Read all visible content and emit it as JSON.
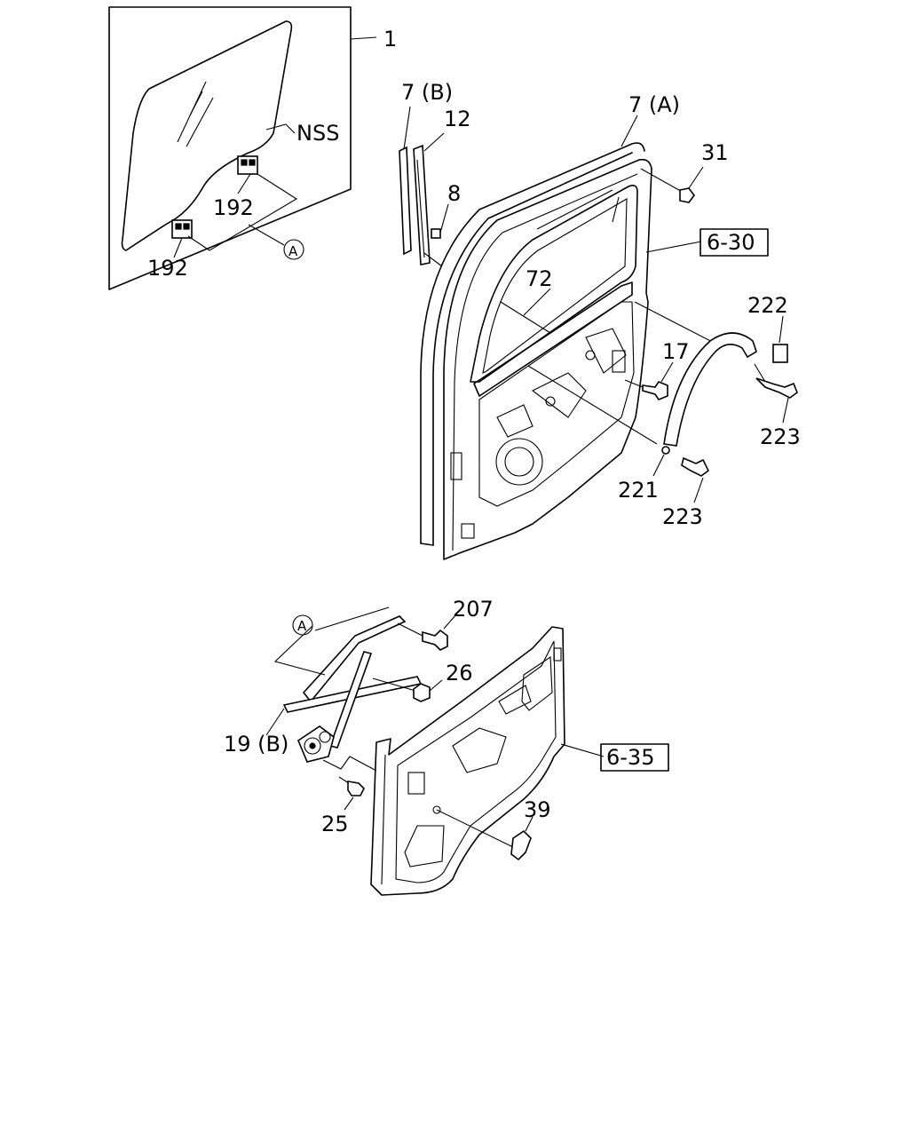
{
  "labels": {
    "p1": "1",
    "nss": "NSS",
    "p192a": "192",
    "p192b": "192",
    "refA_top": "A",
    "p7b": "7 (B)",
    "p12": "12",
    "p8": "8",
    "p7a": "7 (A)",
    "p31": "31",
    "ref630": "6-30",
    "p72": "72",
    "p222": "222",
    "p17": "17",
    "p223a": "223",
    "p221": "221",
    "p223b": "223",
    "refA_bottom": "A",
    "p207": "207",
    "p26": "26",
    "p19b": "19 (B)",
    "ref635": "6-35",
    "p25": "25",
    "p39": "39"
  }
}
